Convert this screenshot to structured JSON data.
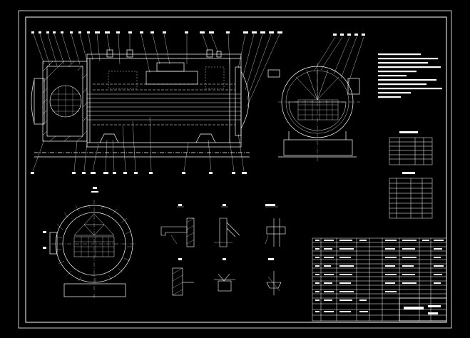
{
  "drawing": {
    "background": "#000000",
    "line_color": "#ffffff",
    "accent_color": "#ffff00",
    "tables": [
      {
        "id": "parts-table-a",
        "rows": 6
      },
      {
        "id": "parts-table-b",
        "rows": 8
      }
    ],
    "title_block": {
      "columns": 4
    }
  }
}
